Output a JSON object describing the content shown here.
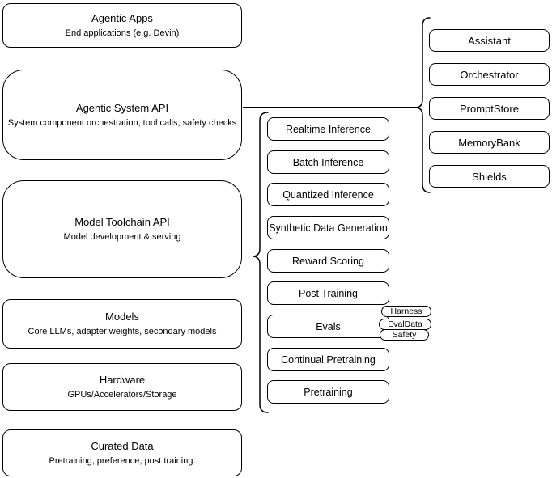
{
  "diagram": {
    "left_column": [
      {
        "title": "Agentic Apps",
        "subtitle": "End applications (e.g. Devin)"
      },
      {
        "title": "Agentic System API",
        "subtitle": "System component orchestration, tool calls, safety checks"
      },
      {
        "title": "Model Toolchain API",
        "subtitle": "Model development & serving"
      },
      {
        "title": "Models",
        "subtitle": "Core LLMs, adapter weights, secondary models"
      },
      {
        "title": "Hardware",
        "subtitle": "GPUs/Accelerators/Storage"
      },
      {
        "title": "Curated Data",
        "subtitle": "Pretraining, preference, post training."
      }
    ],
    "toolchain_components": [
      "Realtime Inference",
      "Batch Inference",
      "Quantized Inference",
      "Synthetic Data Generation",
      "Reward Scoring",
      "Post Training",
      "Evals",
      "Continual Pretraining",
      "Pretraining"
    ],
    "evals_tags": [
      "Harness",
      "EvalData",
      "Safety"
    ],
    "system_components": [
      "Assistant",
      "Orchestrator",
      "PromptStore",
      "MemoryBank",
      "Shields"
    ],
    "colors": {
      "stroke": "#000000",
      "background": "#ffffff",
      "text": "#000000"
    }
  }
}
